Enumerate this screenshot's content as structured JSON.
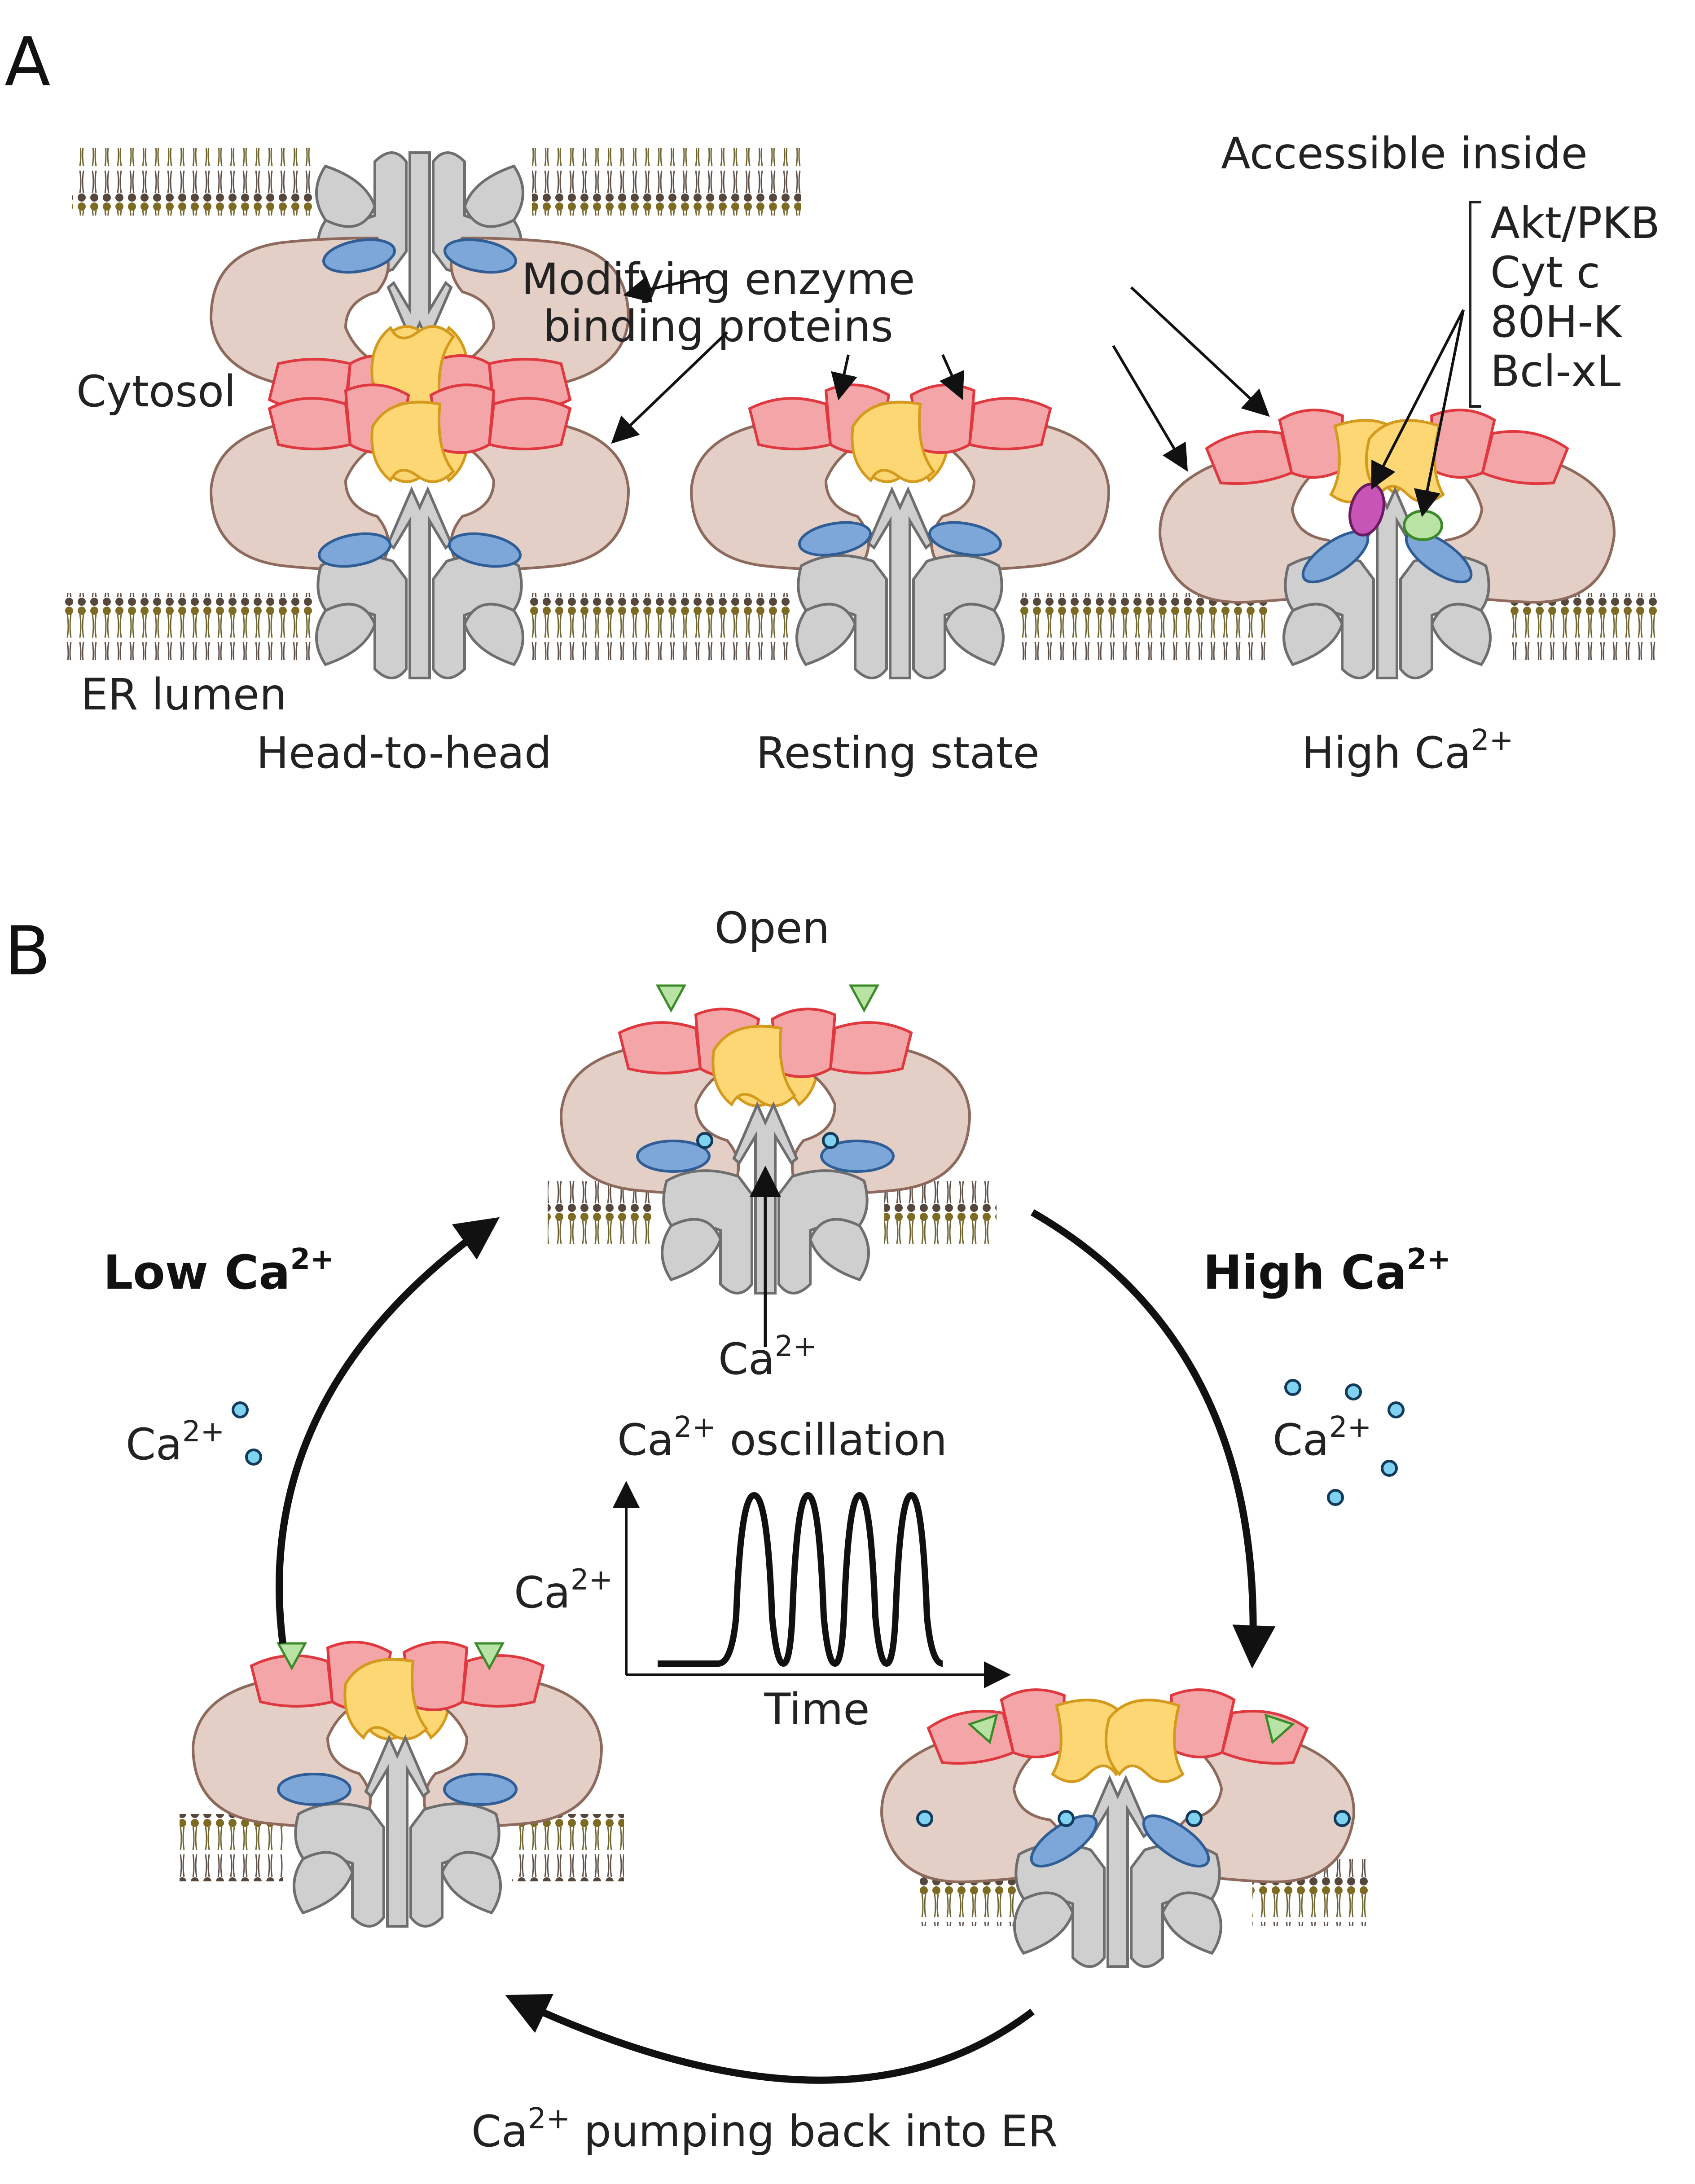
{
  "panel_a": {
    "letter": "A",
    "cytosol": "Cytosol",
    "er_lumen": "ER lumen",
    "modifying_1": "Modifying enzyme",
    "modifying_2": "binding proteins",
    "accessible": "Accessible inside",
    "proteins": [
      "Akt/PKB",
      "Cyt c",
      "80H-K",
      "Bcl-xL"
    ],
    "states": {
      "head": "Head-to-head",
      "rest": "Resting state",
      "high_base": "High Ca",
      "high_sup": "2+"
    }
  },
  "panel_b": {
    "letter": "B",
    "open": "Open",
    "low_base": "Low Ca",
    "low_sup": "2+",
    "high_base": "High Ca",
    "high_sup": "2+",
    "ca_base": "Ca",
    "ca_sup": "2+",
    "osc_suffix": " oscillation",
    "time": "Time",
    "pump_suffix": " pumping back into ER"
  },
  "colors": {
    "gray": "#cfcfcf",
    "gray_stroke": "#6e6e6e",
    "tan": "#e3cfc6",
    "tan_stroke": "#8d6a5c",
    "pink": "#f3a5a8",
    "pink_stroke": "#e0383f",
    "yellow": "#fcd774",
    "yellow_stroke": "#d49a1d",
    "blue": "#7ea7d9",
    "blue_stroke": "#2f5d96",
    "membrane_head": "#7a6a2a",
    "membrane_head2": "#5a4a3a",
    "green": "#b8e3a4",
    "green_stroke": "#3b8a2a",
    "magenta": "#c655b5",
    "magenta_stroke": "#6a1b63",
    "ion": "#7fd3f0",
    "ion_stroke": "#123a5a"
  }
}
